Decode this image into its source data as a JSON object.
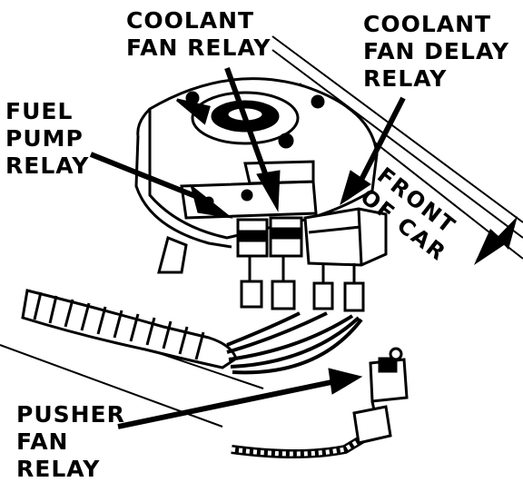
{
  "labels": {
    "coolant_fan_relay": [
      "COOLANT",
      "FAN RELAY"
    ],
    "coolant_fan_delay_relay": [
      "COOLANT",
      "FAN DELAY",
      "RELAY"
    ],
    "fuel_pump_relay": [
      "FUEL",
      "PUMP",
      "RELAY"
    ],
    "pusher_fan_relay": [
      "PUSHER",
      "FAN",
      "RELAY"
    ],
    "front_of_car": [
      "FRONT",
      "OF CAR"
    ]
  },
  "colors": {
    "ink": "#000000",
    "paper": "#ffffff"
  }
}
